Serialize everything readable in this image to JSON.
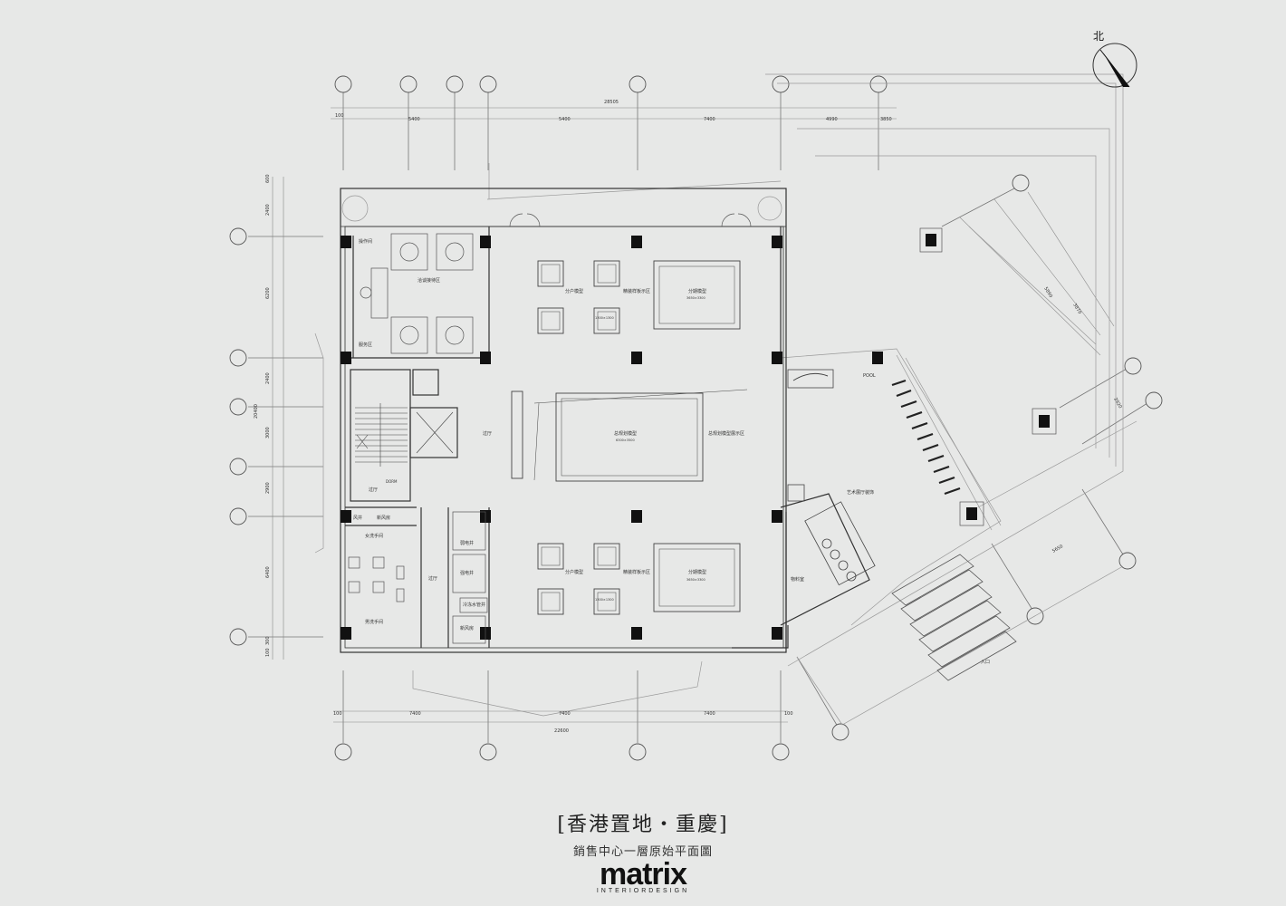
{
  "north_label": "北",
  "title": "[香港置地・重慶]",
  "subtitle": "銷售中心一層原始平面圖",
  "brand": {
    "name": "matrix",
    "tagline": "INTERIORDESIGN"
  },
  "dimensions": {
    "top_total": "28505",
    "top": [
      "100",
      "5400",
      "5400",
      "7400",
      "4990",
      "3850"
    ],
    "bottom_total": "22600",
    "bottom": [
      "100",
      "7400",
      "7400",
      "7400",
      "100"
    ],
    "left_total": "20400",
    "left": [
      "600",
      "2400",
      "6200",
      "2400",
      "3000",
      "2900",
      "6400",
      "300",
      "100"
    ],
    "diagonal": [
      "5890",
      "3870",
      "5650",
      "2920"
    ]
  },
  "rooms": {
    "prep": "操作间",
    "reception": "洽谈接待区",
    "office": "服务区",
    "unit_model_top": "分户模型",
    "unit_model_bottom": "分户模型",
    "showcase_top": "精装样板示区",
    "showcase_bottom": "精装样板示区",
    "split_model_top": "分期模型",
    "split_model_top_dim": "3650×3300",
    "split_model_bottom": "分期模型",
    "split_model_bottom_dim": "3650×3300",
    "box_top_dim": "1300×1300",
    "box_bottom_dim": "1300×1300",
    "main_model": "总规划模型",
    "main_model_dim": "6300×3500",
    "transit": "总规划模型展示区",
    "corridor": "过厅",
    "hall": "过厅",
    "hall_bottom": "过厅",
    "dorm": "DORM",
    "wind_shaft": "风井",
    "fan_room": "新风房",
    "womens_wc": "女洗手间",
    "mens_wc": "男洗手间",
    "elec_room": "弱电井",
    "strong_elec": "强电井",
    "cold_water": "冷冻水管井",
    "fan_room_2": "新风房",
    "storage": "物料室",
    "art_feature": "艺术展厅装饰",
    "pool": "POOL",
    "entrance": "入口"
  }
}
